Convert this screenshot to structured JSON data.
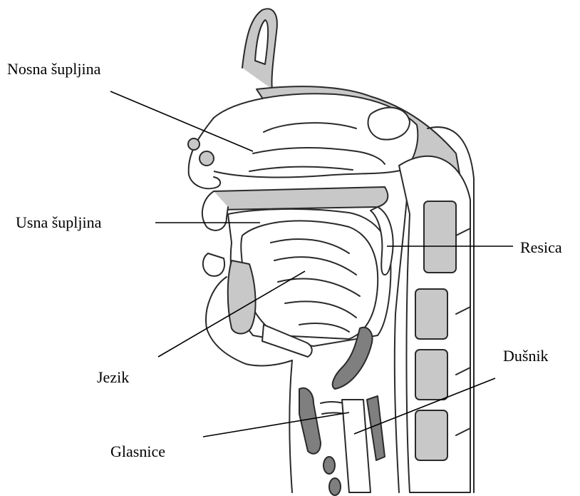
{
  "labels": {
    "nosna": "Nosna šupljina",
    "usna": "Usna šupljina",
    "resica": "Resica",
    "jezik": "Jezik",
    "dusnik": "Dušnik",
    "glasnice": "Glasnice"
  },
  "colors": {
    "fill": "#c8c8c8",
    "outline": "#2a2a2a",
    "dark": "#7f7f7f",
    "background": "#ffffff"
  }
}
